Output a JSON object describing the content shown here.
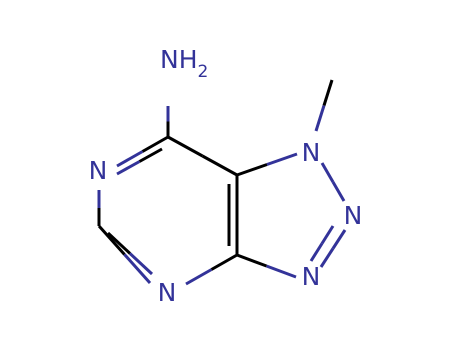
{
  "molecule": {
    "colors": {
      "bond": "#000000",
      "heteroatom": "#333399"
    },
    "labels": {
      "amine_nh": "NH",
      "amine_sub": "2",
      "n_pyrimidine_top": "N",
      "n_pyrimidine_bottom": "N",
      "n_triazole_1": "N",
      "n_triazole_2": "N",
      "n_triazole_3": "N"
    }
  }
}
